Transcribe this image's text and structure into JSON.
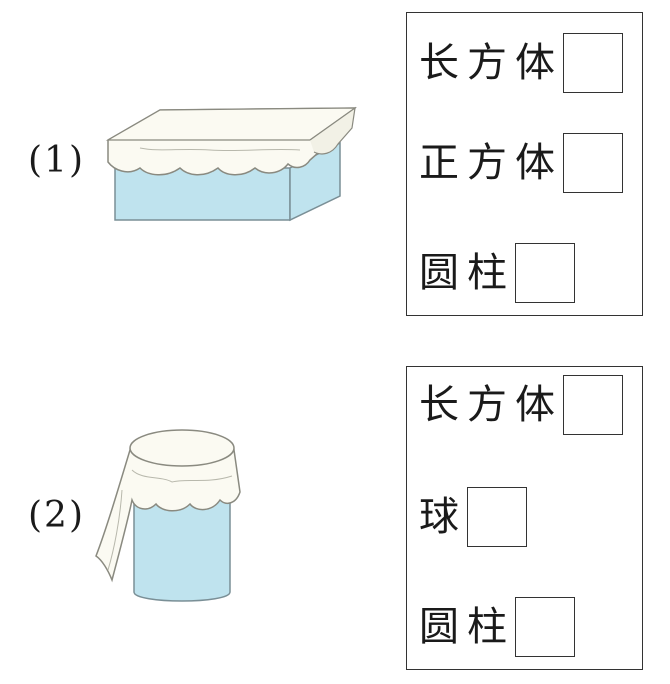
{
  "questions": [
    {
      "label": "(1)",
      "options": [
        "长方体",
        "正方体",
        "圆柱"
      ]
    },
    {
      "label": "(2)",
      "options": [
        "长方体",
        "球",
        "圆柱"
      ]
    }
  ],
  "colors": {
    "solid_fill": "#bfe3ee",
    "solid_stroke": "#7a8f96",
    "cloth_fill": "#fbfaf2",
    "cloth_stroke": "#8a8a80",
    "panel_border": "#333333"
  }
}
